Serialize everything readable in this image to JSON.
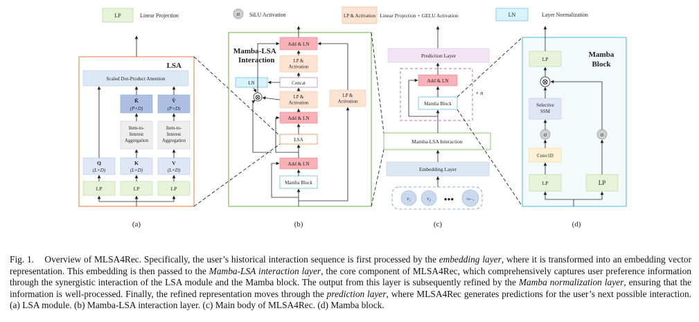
{
  "legend": {
    "lp_box": "LP",
    "lp_desc": "Linear Projection",
    "sigma_symbol": "σ",
    "silu_desc": "SiLU Activation",
    "lp_act_box": "LP & Activation",
    "lp_gelu_desc": "Linear Projection + GELU Activation",
    "ln_box": "LN",
    "ln_desc": "Layer Normalization"
  },
  "panel_a": {
    "title": "LSA",
    "attention": "Scaled Dot-Product Attention",
    "k_tilde": "K̃",
    "k_tilde_dim": "(P×D)",
    "v_tilde": "Ṽ",
    "v_tilde_dim": "(P×D)",
    "agg": "Item-to-Interest Aggregation",
    "q": "Q",
    "q_dim": "(L×D)",
    "k": "K",
    "k_dim": "(L×D)",
    "v": "V",
    "v_dim": "(L×D)",
    "lp": "LP",
    "label": "(a)"
  },
  "panel_b": {
    "title": "Mamba-LSA Interaction",
    "add_ln": "Add & LN",
    "lp_act": "LP & Activation",
    "concat": "Concat",
    "ln": "LN",
    "otimes": "⊗",
    "lsa": "LSA",
    "mamba_block": "Mamba Block",
    "label": "(b)"
  },
  "panel_c": {
    "prediction": "Prediction Layer",
    "add_ln": "Add & LN",
    "mamba_block": "Mamba Block",
    "times_n": "× n",
    "interaction": "Mamba-LSA Interaction",
    "embedding": "Embedding Layer",
    "v1": "v₁",
    "v2": "v₂",
    "dots": "●●●",
    "vn": "vₙ₋₁",
    "label": "(c)"
  },
  "panel_d": {
    "title": "Mamba Block",
    "lp": "LP",
    "otimes": "⊗",
    "ssm": "Selective SSM",
    "sigma": "σ",
    "conv": "Conv1D",
    "label": "(d)"
  },
  "caption": {
    "fig": "Fig. 1.",
    "s1": "Overview of MLSA4Rec. Specifically, the user’s historical interaction sequence is first processed by the ",
    "e1": "embedding layer",
    "s2": ", where it is transformed into an embedding vector representation. This embedding is then passed to the ",
    "e2": "Mamba-LSA interaction layer",
    "s3": ", the core component of MLSA4Rec, which comprehensively captures user preference information through the synergistic interaction of the LSA module and the Mamba block. The output from this layer is subsequently refined by the ",
    "e3": "Mamba normalization layer",
    "s4": ", ensuring that the information is well-processed. Finally, the refined representation moves through the ",
    "e4": "prediction layer",
    "s5": ", where MLSA4Rec generates predictions for the user’s next possible interaction. (a) LSA module. (b) Mamba-LSA interaction layer. (c) Main body of MLSA4Rec. (d) Mamba block."
  }
}
